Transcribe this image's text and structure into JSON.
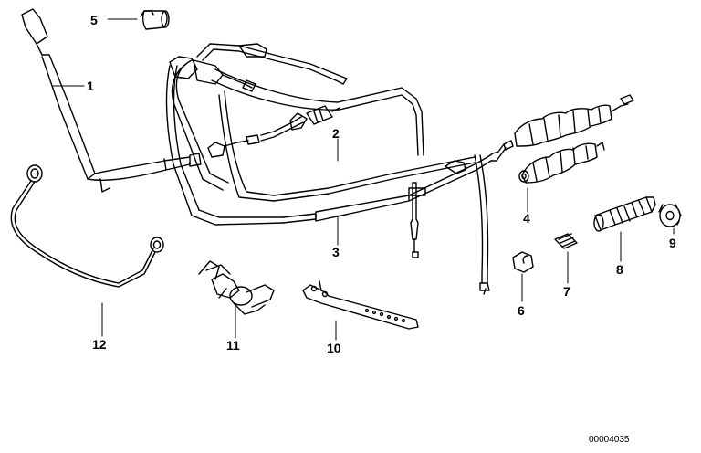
{
  "callouts": {
    "c1": "1",
    "c2": "2",
    "c3": "3",
    "c4": "4",
    "c5": "5",
    "c6": "6",
    "c7": "7",
    "c8": "8",
    "c9": "9",
    "c10": "10",
    "c11": "11",
    "c12": "12"
  },
  "document_number": "00004035"
}
